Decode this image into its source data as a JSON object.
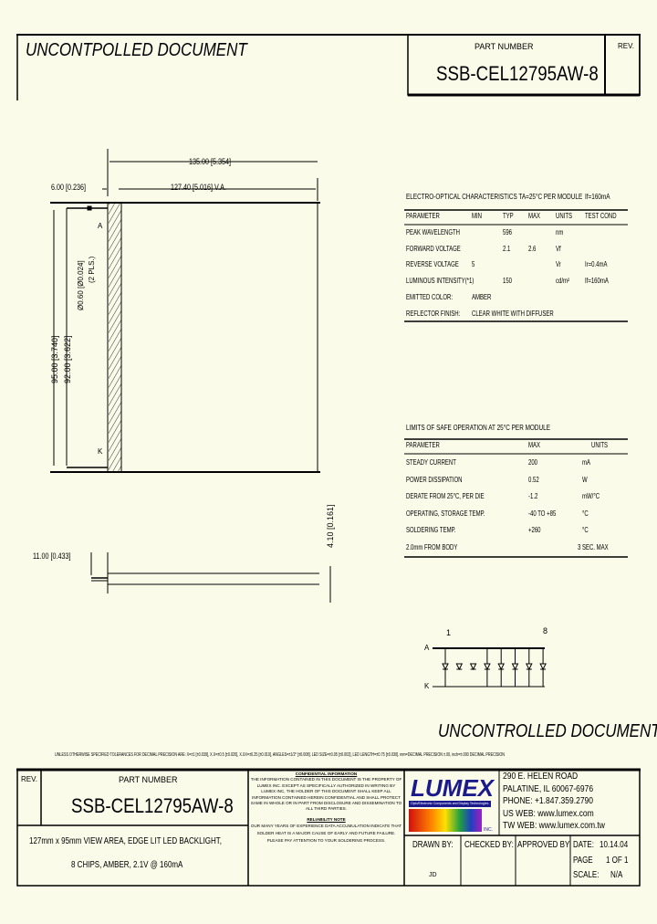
{
  "header": {
    "watermark": "UNCONTPOLLED DOCUMENT",
    "part_number_label": "PART NUMBER",
    "part_number": "SSB-CEL12795AW-8",
    "rev_label": "REV."
  },
  "drawing": {
    "dim_overall_width": "135.00 [5.354]",
    "dim_view_area_width": "127.40 [5.016] V.A.",
    "dim_left_offset": "6.00 [0.236]",
    "dim_overall_height": "95.00 [3.740]",
    "dim_view_area_height": "92.00 [3.622]",
    "dim_holes": "Ø0.60 [Ø0.024]",
    "dim_holes_qty": "(2 PLS.)",
    "label_a": "A",
    "label_k": "K",
    "dim_thickness": "4.10 [0.161]",
    "dim_pin_length": "11.00 [0.433]"
  },
  "electro_optical": {
    "title": "ELECTRO-OPTICAL CHARACTERISTICS TA=25°C PER MODULE",
    "condition": "If=160mA",
    "columns": [
      "PARAMETER",
      "MIN",
      "TYP",
      "MAX",
      "UNITS",
      "TEST COND"
    ],
    "rows": [
      [
        "PEAK WAVELENGTH",
        "",
        "596",
        "",
        "nm",
        ""
      ],
      [
        "FORWARD VOLTAGE",
        "",
        "2.1",
        "2.6",
        "Vf",
        ""
      ],
      [
        "REVERSE VOLTAGE",
        "5",
        "",
        "",
        "Vr",
        "Ir=0.4mA"
      ],
      [
        "LUMINOUS INTENSITY(*1)",
        "",
        "150",
        "",
        "cd/m²",
        "If=160mA"
      ]
    ],
    "emitted_color_label": "EMITTED COLOR:",
    "emitted_color": "AMBER",
    "reflector_label": "REFLECTOR FINISH:",
    "reflector": "CLEAR WHITE WITH DIFFUSER"
  },
  "safe_operation": {
    "title": "LIMITS OF SAFE OPERATION AT 25°C PER MODULE",
    "columns": [
      "PARAMETER",
      "MAX",
      "UNITS"
    ],
    "rows": [
      [
        "STEADY CURRENT",
        "200",
        "mA"
      ],
      [
        "POWER DISSIPATION",
        "0.52",
        "W"
      ],
      [
        "DERATE FROM 25°C, PER DIE",
        "-1.2",
        "mW/°C"
      ],
      [
        "OPERATING, STORAGE TEMP.",
        "-40 TO +85",
        "°C"
      ],
      [
        "SOLDERING TEMP.",
        "+260",
        "°C"
      ],
      [
        "2.0mm FROM BODY",
        "",
        "3 SEC. MAX"
      ]
    ]
  },
  "circuit": {
    "pin_first": "1",
    "pin_last": "8",
    "anode": "A",
    "cathode": "K",
    "diode_count": 8
  },
  "uncontrolled_stamp": "UNCONTROLLED DOCUMENT",
  "tolerance_note": "UNLESS OTHERWISE SPECIFIED TOLERANCES FOR DECIMAL PRECISION ARE: X=±1 [±0.039], X.X=±0.5 [±0.020], X.XX=±0.25 [±0.010], ANGLES=±1/2° [±0.008]. LED SIZE=±0.05 [±0.002], LED LENGTH=±0.75 [±0.030]. mm=DECIMAL PRECISION ±.00, inch=±.000 DECIMAL PRECISION",
  "title_block": {
    "rev_label": "REV.",
    "part_number_label": "PART NUMBER",
    "part_number": "SSB-CEL12795AW-8",
    "description_line1": "127mm x 95mm VIEW AREA, EDGE LIT LED BACKLIGHT,",
    "description_line2": "8 CHIPS, AMBER, 2.1V @ 160mA",
    "confidential_title": "CONFIDENTIAL INFORMATION",
    "confidential_text": "THE INFORMATION CONTAINED IN THIS DOCUMENT IS THE PROPERTY OF LUMEX INC. EXCEPT AS SPECIFICALLY AUTHORIZED IN WRITING BY LUMEX INC, THE HOLDER OF THIS DOCUMENT SHALL KEEP ALL INFORMATION CONTAINED HEREIN CONFIDENTIAL AND SHALL PROTECT SAME IN WHOLE OR IN PART FROM DISCLOSURE AND DISSEMINATION TO ALL THIRD PARTIES.",
    "reliability_title": "RELIABILITY NOTE",
    "reliability_text": "OUR MANY YEARS OF EXPERIENCE DATA ACCUMULATION INDICATE THAT SOLDER HEAT IS A MAJOR CAUSE OF EARLY AND FUTURE FAILURE. PLEASE PAY ATTENTION TO YOUR SOLDERING PROCESS.",
    "logo_text": "LUMEX",
    "logo_tagline": "Opto/Electronic Components and Display Technologies",
    "logo_inc": "INC.",
    "address_line1": "290 E. HELEN ROAD",
    "address_line2": "PALATINE, IL 60067-6976",
    "phone": "PHONE: +1.847.359.2790",
    "us_web": "US WEB: www.lumex.com",
    "tw_web": "TW WEB: www.lumex.com.tw",
    "drawn_by_label": "DRAWN BY:",
    "drawn_by": "JD",
    "checked_by_label": "CHECKED BY:",
    "approved_by_label": "APPROVED BY:",
    "date_label": "DATE:",
    "date": "10.14.04",
    "page_label": "PAGE",
    "page": "1 OF 1",
    "scale_label": "SCALE:",
    "scale": "N/A"
  },
  "colors": {
    "background": "#fbfbea",
    "logo_blue": "#1a1a8c"
  }
}
